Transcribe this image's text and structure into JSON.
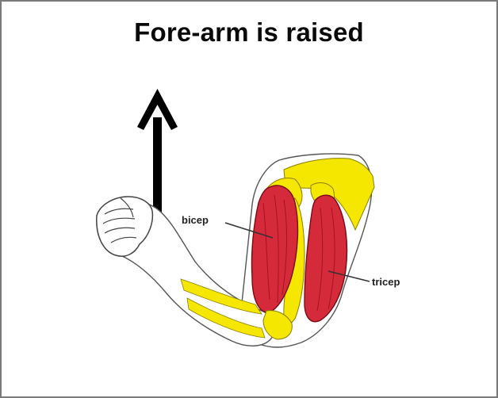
{
  "title": "Fore-arm is raised",
  "labels": {
    "bicep": "bicep",
    "tricep": "tricep"
  },
  "colors": {
    "muscle": "#d42a3a",
    "muscle_dark": "#a8121f",
    "tendon": "#f6e700",
    "outline": "#555555",
    "arrow": "#000000",
    "frame": "#7a7a7a"
  },
  "icons": {
    "arrow": "arrow-up-icon"
  }
}
